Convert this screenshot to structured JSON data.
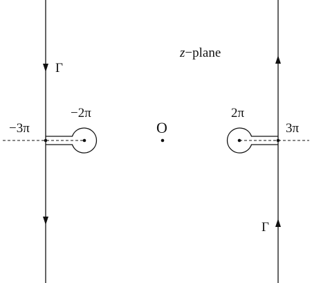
{
  "diagram": {
    "plane_label": {
      "variable": "z",
      "suffix": "−plane"
    },
    "contour_labels": {
      "left": "Γ",
      "right": "Γ"
    },
    "point_labels": {
      "neg_three_pi": "−3π",
      "neg_two_pi": "−2π",
      "origin": "O",
      "two_pi": "2π",
      "three_pi": "3π"
    },
    "colors": {
      "stroke": "#111111"
    }
  }
}
